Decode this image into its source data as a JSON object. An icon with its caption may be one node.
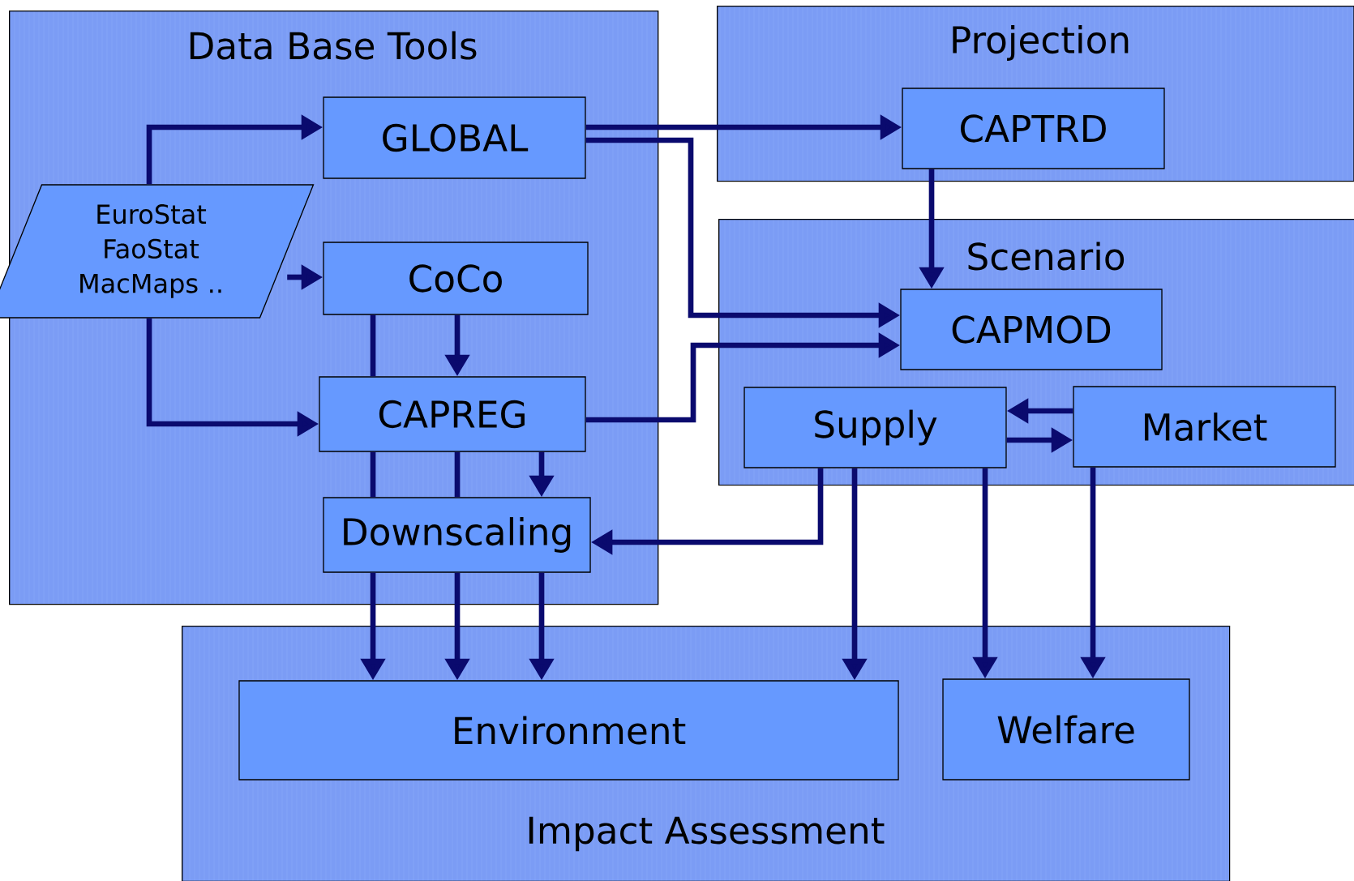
{
  "diagram": {
    "nodes": [
      {
        "text": [
          "Data Base Tools"
        ]
      },
      {
        "text": [
          "EuroStat FaoStat MacMaps .."
        ],
        "in": 0
      },
      {
        "text": [
          "GLOBAL"
        ],
        "in": 0
      },
      {
        "text": [
          "CoCo"
        ],
        "in": 0
      },
      {
        "text": [
          "CAPREG"
        ],
        "in": 0
      },
      {
        "text": [
          "Downscaling"
        ],
        "in": 0
      },
      {
        "text": [
          "Projection"
        ]
      },
      {
        "text": [
          "CAPTRD"
        ],
        "in": 6
      },
      {
        "text": [
          "Scenario"
        ]
      },
      {
        "text": [
          "CAPMOD"
        ],
        "in": 8
      },
      {
        "text": [
          "Supply"
        ],
        "in": 8
      },
      {
        "text": [
          "Market"
        ],
        "in": 8
      },
      {
        "text": [
          "Impact Assessment"
        ]
      },
      {
        "text": [
          "Environment"
        ],
        "in": 12
      },
      {
        "text": [
          "Welfare"
        ],
        "in": 12
      }
    ],
    "edges": [
      {
        "from": 1,
        "to": 2,
        "arrow": "to"
      },
      {
        "from": 1,
        "to": 3,
        "arrow": "to"
      },
      {
        "from": 1,
        "to": 4,
        "arrow": "to"
      },
      {
        "from": 2,
        "to": 7,
        "arrow": "to"
      },
      {
        "from": 2,
        "to": 9,
        "arrow": "to"
      },
      {
        "from": 7,
        "to": 9,
        "arrow": "to"
      },
      {
        "from": 3,
        "to": 4,
        "arrow": "to"
      },
      {
        "from": 3,
        "to": 4,
        "arrow": "none"
      },
      {
        "from": 4,
        "to": 9,
        "arrow": "to"
      },
      {
        "from": 4,
        "to": 5,
        "arrow": "none"
      },
      {
        "from": 4,
        "to": 5,
        "arrow": "none"
      },
      {
        "from": 4,
        "to": 5,
        "arrow": "to"
      },
      {
        "from": 5,
        "to": 13,
        "arrow": "to"
      },
      {
        "from": 5,
        "to": 13,
        "arrow": "to"
      },
      {
        "from": 5,
        "to": 13,
        "arrow": "to"
      },
      {
        "from": 10,
        "to": 5,
        "arrow": "to"
      },
      {
        "from": 10,
        "to": 13,
        "arrow": "to"
      },
      {
        "from": 10,
        "to": 14,
        "arrow": "to"
      },
      {
        "from": 11,
        "to": 14,
        "arrow": "to"
      },
      {
        "from": 11,
        "to": 10,
        "arrow": "to"
      },
      {
        "from": 10,
        "to": 11,
        "arrow": "to"
      }
    ]
  }
}
